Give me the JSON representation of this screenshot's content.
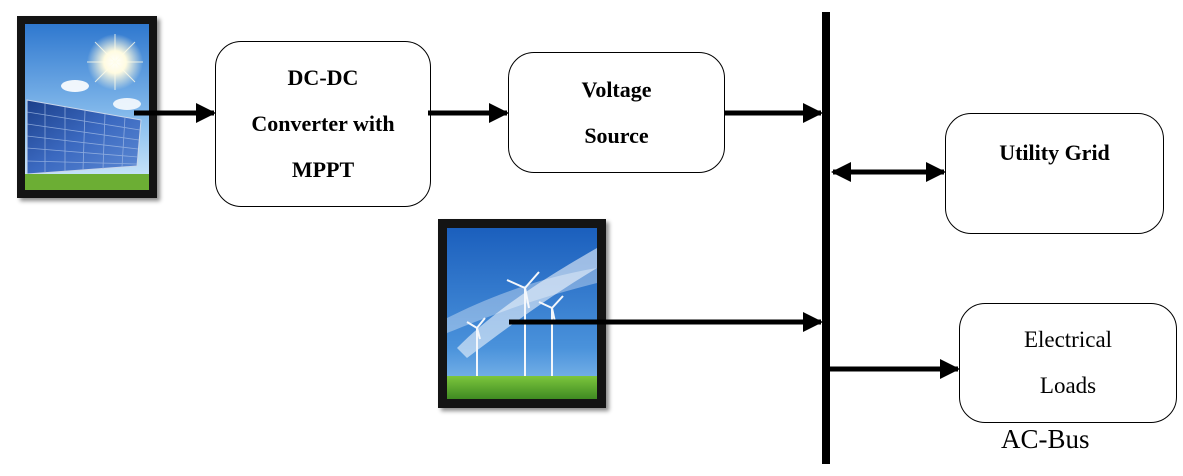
{
  "dc_converter": {
    "line1": "DC-DC",
    "line2": "Converter with",
    "line3": "MPPT"
  },
  "voltage_source": {
    "line1": "Voltage",
    "line2": "Source"
  },
  "utility_grid": {
    "label": "Utility Grid"
  },
  "electrical_loads": {
    "line1": "Electrical",
    "line2": "Loads"
  },
  "ac_bus": {
    "label": "AC-Bus"
  },
  "images": {
    "solar": "solar-panel-photo",
    "wind": "wind-turbines-photo"
  },
  "colors": {
    "line": "#000000",
    "frame": "#141414",
    "sky": "#3f86d3",
    "grass": "#5ea82c"
  }
}
